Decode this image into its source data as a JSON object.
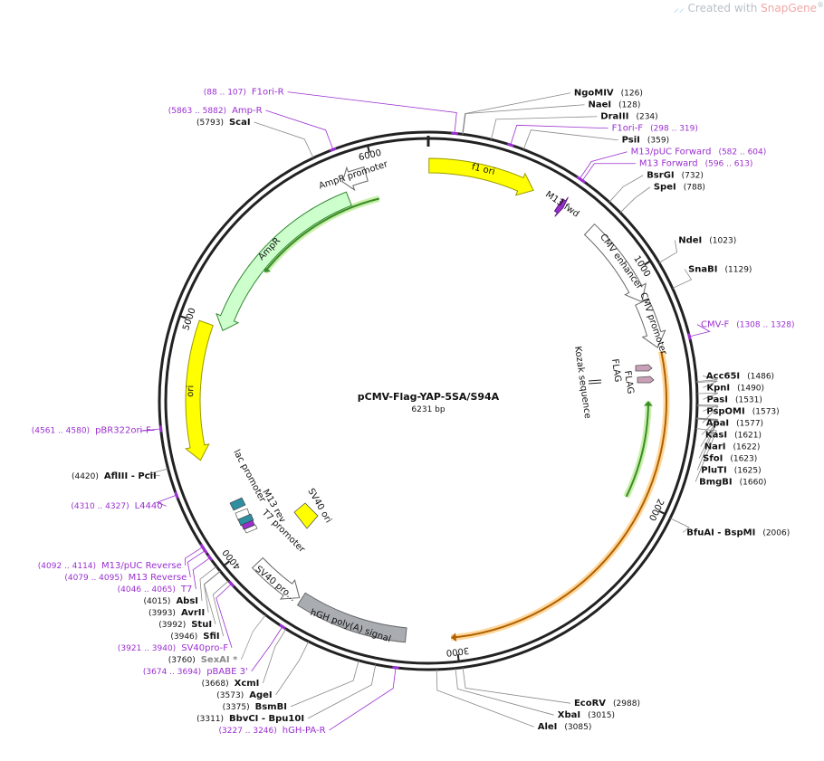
{
  "branding": {
    "prefix": "Created with",
    "brand": "SnapGene",
    "mark": "®",
    "brand_color": "#f2a6a6"
  },
  "plasmid": {
    "name": "pCMV-Flag-YAP-5SA/S94A",
    "length_label": "6231 bp",
    "length": 6231
  },
  "ticks": [
    {
      "label": "1000",
      "pos": 1000
    },
    {
      "label": "2000",
      "pos": 2000
    },
    {
      "label": "3000",
      "pos": 3000
    },
    {
      "label": "4000",
      "pos": 4000
    },
    {
      "label": "5000",
      "pos": 5000
    },
    {
      "label": "6000",
      "pos": 6000
    }
  ],
  "features": [
    {
      "id": "f1-ori",
      "label": "f1 ori",
      "start": 3,
      "end": 459,
      "dir": 1,
      "fill": "#ffff00",
      "stroke": "#999900",
      "band": "outer"
    },
    {
      "id": "m13-fwd",
      "label": "M13 fwd",
      "start": 582,
      "end": 604,
      "dir": 1,
      "fill": "#9a2fd0",
      "stroke": "#5b1a80",
      "band": "outer"
    },
    {
      "id": "cmv-enhancer",
      "label": "CMV enhancer",
      "start": 748,
      "end": 1127,
      "dir": 1,
      "fill": "#ffffff",
      "stroke": "#666666",
      "band": "outer"
    },
    {
      "id": "cmv-promoter",
      "label": "CMV promoter",
      "start": 1128,
      "end": 1331,
      "dir": 1,
      "fill": "#ffffff",
      "stroke": "#666666",
      "band": "outer"
    },
    {
      "id": "amp-r",
      "label": "AmpR",
      "start": 5000,
      "end": 5860,
      "dir": -1,
      "fill": "#ccffcc",
      "stroke": "#338833",
      "band": "mid"
    },
    {
      "id": "ampr-promoter",
      "label": "AmpR promoter",
      "start": 5861,
      "end": 5965,
      "dir": -1,
      "fill": "#ffffff",
      "stroke": "#666666",
      "band": "outer"
    },
    {
      "id": "ori",
      "label": "ori",
      "start": 4420,
      "end": 5008,
      "dir": -1,
      "fill": "#ffff00",
      "stroke": "#999900",
      "band": "outer"
    },
    {
      "id": "hgh-polya",
      "label": "hGH poly(A) signal",
      "start": 3210,
      "end": 3680,
      "dir": 0,
      "fill": "#a9adb2",
      "stroke": "#666666",
      "band": "outer"
    },
    {
      "id": "sv40-promoter",
      "label": "SV40 pro...",
      "start": 3690,
      "end": 3920,
      "dir": -1,
      "fill": "#ffffff",
      "stroke": "#666666",
      "band": "outer"
    }
  ],
  "inner_labels": [
    {
      "id": "kozak",
      "label": "Kozak sequence"
    },
    {
      "id": "flag-1",
      "label": "FLAG"
    },
    {
      "id": "flag-2",
      "label": "FLAG"
    },
    {
      "id": "sv40-ori",
      "label": "SV40 ori"
    },
    {
      "id": "lac-promoter",
      "label": "lac promoter"
    },
    {
      "id": "m13-rev",
      "label": "M13 rev"
    },
    {
      "id": "t7-promoter",
      "label": "T7 promoter"
    }
  ],
  "sites": [
    {
      "name": "NgoMIV",
      "pos_label": "(126)",
      "pos": 126,
      "kind": "enzyme",
      "side": "right"
    },
    {
      "name": "NaeI",
      "pos_label": "(128)",
      "pos": 128,
      "kind": "enzyme",
      "side": "right"
    },
    {
      "name": "DraIII",
      "pos_label": "(234)",
      "pos": 234,
      "kind": "enzyme",
      "side": "right"
    },
    {
      "name": "F1ori-F",
      "pos_label": "(298 .. 319)",
      "pos": 308,
      "kind": "primer",
      "side": "right"
    },
    {
      "name": "PsiI",
      "pos_label": "(359)",
      "pos": 359,
      "kind": "enzyme",
      "side": "right"
    },
    {
      "name": "M13/pUC Forward",
      "pos_label": "(582 .. 604)",
      "pos": 593,
      "kind": "primer",
      "side": "right"
    },
    {
      "name": "M13 Forward",
      "pos_label": "(596 .. 613)",
      "pos": 605,
      "kind": "primer",
      "side": "right"
    },
    {
      "name": "BsrGI",
      "pos_label": "(732)",
      "pos": 732,
      "kind": "enzyme",
      "side": "right"
    },
    {
      "name": "SpeI",
      "pos_label": "(788)",
      "pos": 788,
      "kind": "enzyme",
      "side": "right"
    },
    {
      "name": "NdeI",
      "pos_label": "(1023)",
      "pos": 1023,
      "kind": "enzyme",
      "side": "right"
    },
    {
      "name": "SnaBI",
      "pos_label": "(1129)",
      "pos": 1129,
      "kind": "enzyme",
      "side": "right"
    },
    {
      "name": "CMV-F",
      "pos_label": "(1308 .. 1328)",
      "pos": 1318,
      "kind": "primer",
      "side": "right"
    },
    {
      "name": "Acc65I",
      "pos_label": "(1486)",
      "pos": 1486,
      "kind": "enzyme",
      "side": "right"
    },
    {
      "name": "KpnI",
      "pos_label": "(1490)",
      "pos": 1490,
      "kind": "enzyme",
      "side": "right"
    },
    {
      "name": "PasI",
      "pos_label": "(1531)",
      "pos": 1531,
      "kind": "enzyme",
      "side": "right"
    },
    {
      "name": "PspOMI",
      "pos_label": "(1573)",
      "pos": 1573,
      "kind": "enzyme",
      "side": "right"
    },
    {
      "name": "ApaI",
      "pos_label": "(1577)",
      "pos": 1577,
      "kind": "enzyme",
      "side": "right"
    },
    {
      "name": "KasI",
      "pos_label": "(1621)",
      "pos": 1621,
      "kind": "enzyme",
      "side": "right"
    },
    {
      "name": "NarI",
      "pos_label": "(1622)",
      "pos": 1622,
      "kind": "enzyme",
      "side": "right"
    },
    {
      "name": "SfoI",
      "pos_label": "(1623)",
      "pos": 1623,
      "kind": "enzyme",
      "side": "right"
    },
    {
      "name": "PluTI",
      "pos_label": "(1625)",
      "pos": 1625,
      "kind": "enzyme",
      "side": "right"
    },
    {
      "name": "BmgBI",
      "pos_label": "(1660)",
      "pos": 1660,
      "kind": "enzyme",
      "side": "right"
    },
    {
      "name": "BfuAI - BspMI",
      "pos_label": "(2006)",
      "pos": 2006,
      "kind": "enzyme",
      "side": "right"
    },
    {
      "name": "EcoRV",
      "pos_label": "(2988)",
      "pos": 2988,
      "kind": "enzyme",
      "side": "right"
    },
    {
      "name": "XbaI",
      "pos_label": "(3015)",
      "pos": 3015,
      "kind": "enzyme",
      "side": "right"
    },
    {
      "name": "AleI",
      "pos_label": "(3085)",
      "pos": 3085,
      "kind": "enzyme",
      "side": "right"
    },
    {
      "name": "hGH-PA-R",
      "pos_label": "(3227 .. 3246)",
      "pos": 3236,
      "kind": "primer",
      "side": "left"
    },
    {
      "name": "BbvCI - Bpu10I",
      "pos_label": "(3311)",
      "pos": 3311,
      "kind": "enzyme",
      "side": "left"
    },
    {
      "name": "BsmBI",
      "pos_label": "(3375)",
      "pos": 3375,
      "kind": "enzyme",
      "side": "left"
    },
    {
      "name": "AgeI",
      "pos_label": "(3573)",
      "pos": 3573,
      "kind": "enzyme",
      "side": "left"
    },
    {
      "name": "XcmI",
      "pos_label": "(3668)",
      "pos": 3668,
      "kind": "enzyme",
      "side": "left"
    },
    {
      "name": "pBABE 3'",
      "pos_label": "(3674 .. 3694)",
      "pos": 3684,
      "kind": "primer",
      "side": "left"
    },
    {
      "name": "SexAI *",
      "pos_label": "(3760)",
      "pos": 3760,
      "kind": "gray",
      "side": "left"
    },
    {
      "name": "SV40pro-F",
      "pos_label": "(3921 .. 3940)",
      "pos": 3930,
      "kind": "primer",
      "side": "left"
    },
    {
      "name": "SfiI",
      "pos_label": "(3946)",
      "pos": 3946,
      "kind": "enzyme",
      "side": "left"
    },
    {
      "name": "StuI",
      "pos_label": "(3992)",
      "pos": 3992,
      "kind": "enzyme",
      "side": "left"
    },
    {
      "name": "AvrII",
      "pos_label": "(3993)",
      "pos": 3993,
      "kind": "enzyme",
      "side": "left"
    },
    {
      "name": "AbsI",
      "pos_label": "(4015)",
      "pos": 4015,
      "kind": "enzyme",
      "side": "left"
    },
    {
      "name": "T7",
      "pos_label": "(4046 .. 4065)",
      "pos": 4055,
      "kind": "primer",
      "side": "left"
    },
    {
      "name": "M13 Reverse",
      "pos_label": "(4079 .. 4095)",
      "pos": 4087,
      "kind": "primer",
      "side": "left"
    },
    {
      "name": "M13/pUC Reverse",
      "pos_label": "(4092 .. 4114)",
      "pos": 4103,
      "kind": "primer",
      "side": "left"
    },
    {
      "name": "L4440",
      "pos_label": "(4310 .. 4327)",
      "pos": 4318,
      "kind": "primer",
      "side": "left"
    },
    {
      "name": "AflIII - PciI",
      "pos_label": "(4420)",
      "pos": 4420,
      "kind": "enzyme",
      "side": "left"
    },
    {
      "name": "pBR322ori-F",
      "pos_label": "(4561 .. 4580)",
      "pos": 4570,
      "kind": "primer",
      "side": "left"
    },
    {
      "name": "ScaI",
      "pos_label": "(5793)",
      "pos": 5793,
      "kind": "enzyme",
      "side": "left"
    },
    {
      "name": "Amp-R",
      "pos_label": "(5863 .. 5882)",
      "pos": 5872,
      "kind": "primer",
      "side": "left"
    },
    {
      "name": "F1ori-R",
      "pos_label": "(88 .. 107)",
      "pos": 97,
      "kind": "primer",
      "side": "left"
    }
  ],
  "colors": {
    "backbone": "#222222",
    "primer": "#9a2fd0",
    "gray_site": "#8a8a8a",
    "orf_green": "#3a8a2a",
    "orf_orange": "#b06000",
    "orf_green_glow": "#c8f0a8",
    "orf_orange_glow": "#ffd79a"
  }
}
